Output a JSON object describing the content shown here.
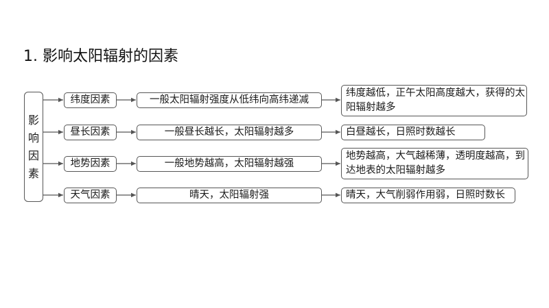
{
  "title": "1. 影响太阳辐射的因素",
  "root": {
    "chars": [
      "影",
      "响",
      "因",
      "素"
    ]
  },
  "factors": [
    {
      "name": "纬度因素",
      "rule": "一般太阳辐射强度从低纬向高纬递减",
      "result": "纬度越低，正午太阳高度越大，获得的太阳辐射越多"
    },
    {
      "name": "昼长因素",
      "rule": "一般昼长越长，太阳辐射越多",
      "result": "白昼越长，日照时数越长"
    },
    {
      "name": "地势因素",
      "rule": "一般地势越高，太阳辐射越强",
      "result": "地势越高，大气越稀薄，透明度越高，到达地表的太阳辐射越多"
    },
    {
      "name": "天气因素",
      "rule": "晴天，太阳辐射强",
      "result": "晴天，大气削弱作用弱，日照时数长"
    }
  ]
}
